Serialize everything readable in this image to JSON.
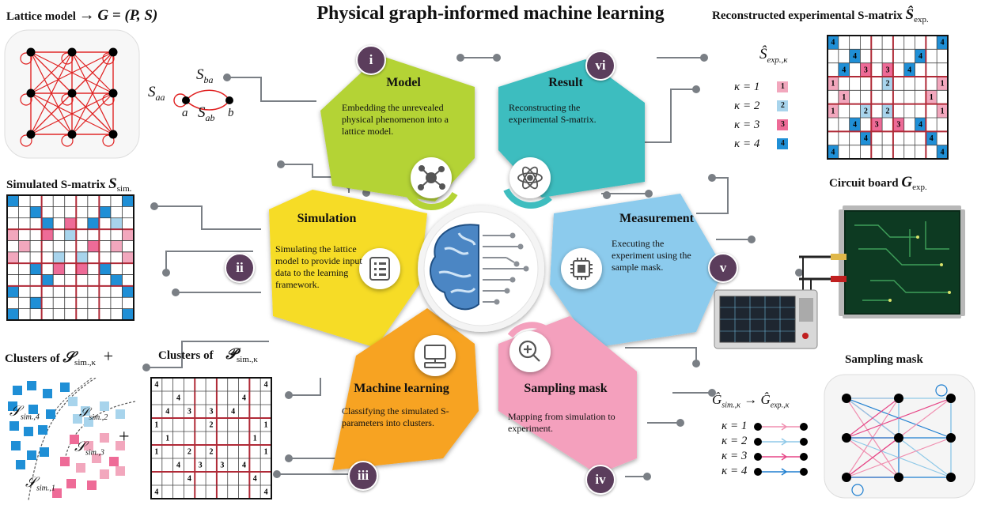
{
  "title": "Physical graph-informed machine learning",
  "lattice": {
    "label": "Lattice model",
    "arrow": "→",
    "formula": "G = (P, S)",
    "s_ba": "S",
    "s_ba_sub": "ba",
    "s_aa": "S",
    "s_aa_sub": "aa",
    "s_ab": "S",
    "s_ab_sub": "ab",
    "node_a": "a",
    "node_b": "b"
  },
  "simulated": {
    "label": "Simulated S-matrix",
    "symbol": "S",
    "sub": "sim."
  },
  "clusters_s": {
    "label": "Clusters of",
    "symbol": "𝒮",
    "sub": "sim.,κ",
    "plus": "+"
  },
  "clusters_p": {
    "label": "Clusters of",
    "symbol": "𝒫",
    "sub": "sim.,κ"
  },
  "scatter_labels": {
    "s4": "sim.,4",
    "s2": "sim.,2",
    "s3": "sim.,3",
    "s1": "sim.,1",
    "plus": "+"
  },
  "reconstructed": {
    "label": "Reconstructed experimental S-matrix",
    "symbol": "Ŝ",
    "sub": "exp."
  },
  "legend_exp": {
    "header": "Ŝ",
    "header_sub": "exp.,κ",
    "items": [
      {
        "text": "κ = 1",
        "num": "1",
        "color": "#f2a7bd"
      },
      {
        "text": "κ = 2",
        "num": "2",
        "color": "#a8d4ec"
      },
      {
        "text": "κ = 3",
        "num": "3",
        "color": "#ee6b97"
      },
      {
        "text": "κ = 4",
        "num": "4",
        "color": "#1f8fd6"
      }
    ]
  },
  "circuit": {
    "label": "Circuit board",
    "symbol": "G",
    "sub": "exp."
  },
  "sampling_mask": {
    "label": "Sampling mask"
  },
  "mapping": {
    "left": "Ĝ",
    "left_sub": "sim.,κ",
    "arrow": "→",
    "right": "Ĝ",
    "right_sub": "exp.,κ",
    "items": [
      {
        "text": "κ = 1",
        "color": "#f08fb0"
      },
      {
        "text": "κ = 2",
        "color": "#8fc9e8"
      },
      {
        "text": "κ = 3",
        "color": "#e64586"
      },
      {
        "text": "κ = 4",
        "color": "#1f7fd0"
      }
    ]
  },
  "petals": [
    {
      "roman": "i",
      "title": "Model",
      "desc": "Embedding the unrevealed physical phenomenon into a lattice model.",
      "color": "#b4d335",
      "icon": "network-icon"
    },
    {
      "roman": "ii",
      "title": "Simulation",
      "desc": "Simulating the lattice model to provide input data to the learning framework.",
      "color": "#f6dc26",
      "icon": "list-icon"
    },
    {
      "roman": "iii",
      "title": "Machine learning",
      "desc": "Classifying the simulated S-parameters into clusters.",
      "color": "#f7a320",
      "icon": "computer-icon"
    },
    {
      "roman": "iv",
      "title": "Sampling mask",
      "desc": "Mapping from simulation to experiment.",
      "color": "#f4a0bd",
      "icon": "magnifier-icon"
    },
    {
      "roman": "v",
      "title": "Measurement",
      "desc": "Executing the experiment using the sample mask.",
      "color": "#8ccbed",
      "icon": "chip-icon"
    },
    {
      "roman": "vi",
      "title": "Result",
      "desc": "Reconstructing the experimental S-matrix.",
      "color": "#3ebdbf",
      "icon": "atom-icon"
    }
  ],
  "colors": {
    "pink": "#f2a7bd",
    "light_blue": "#a8d4ec",
    "magenta": "#ee6b97",
    "blue": "#1f8fd6",
    "grid_red": "#b02a37"
  },
  "cluster_matrix": [
    [
      "4",
      "",
      "",
      "",
      "",
      "",
      "",
      "",
      "",
      "",
      "4"
    ],
    [
      "",
      "",
      "4",
      "",
      "",
      "",
      "",
      "",
      "4",
      "",
      ""
    ],
    [
      "",
      "4",
      "",
      "3",
      "",
      "3",
      "",
      "4",
      "",
      "",
      ""
    ],
    [
      "1",
      "",
      "",
      "",
      "",
      "2",
      "",
      "",
      "",
      "",
      "1"
    ],
    [
      "",
      "1",
      "",
      "",
      "",
      "",
      "",
      "",
      "",
      "1",
      ""
    ],
    [
      "1",
      "",
      "",
      "2",
      "",
      "2",
      "",
      "",
      "",
      "",
      "1"
    ],
    [
      "",
      "",
      "4",
      "",
      "3",
      "",
      "3",
      "",
      "4",
      "",
      ""
    ],
    [
      "",
      "",
      "",
      "4",
      "",
      "",
      "",
      "",
      "",
      "4",
      ""
    ],
    [
      "4",
      "",
      "",
      "",
      "",
      "",
      "",
      "",
      "",
      "",
      "4"
    ]
  ]
}
